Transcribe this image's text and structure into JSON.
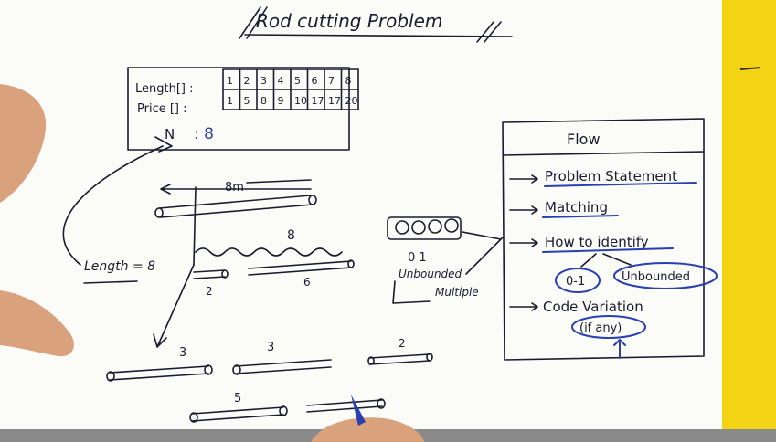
{
  "title": "Rod cutting Problem",
  "table": {
    "length_label": "Length[] :",
    "price_label": "Price [] :",
    "n_label": "N",
    "n_value": ": 8",
    "lengths": [
      "1",
      "2",
      "3",
      "4",
      "5",
      "6",
      "7",
      "8"
    ],
    "prices": [
      "1",
      "5",
      "8",
      "9",
      "10",
      "17",
      "17",
      "20"
    ]
  },
  "rod": {
    "top_label": "8m",
    "wave_label": "8",
    "cut_left": "2",
    "cut_right": "6",
    "length_eq": "Length = 8"
  },
  "pieces": [
    "3",
    "3",
    "2",
    "5"
  ],
  "knapsack": {
    "label_01": "0 1",
    "unbounded": "Unbounded",
    "multiple": "Multiple"
  },
  "flow": {
    "title": "Flow",
    "items": [
      "Problem Statement",
      "Matching",
      "How to identify",
      "Code Variation"
    ],
    "identify_options": [
      "0-1",
      "Unbounded"
    ],
    "code_note": "(if any)"
  }
}
